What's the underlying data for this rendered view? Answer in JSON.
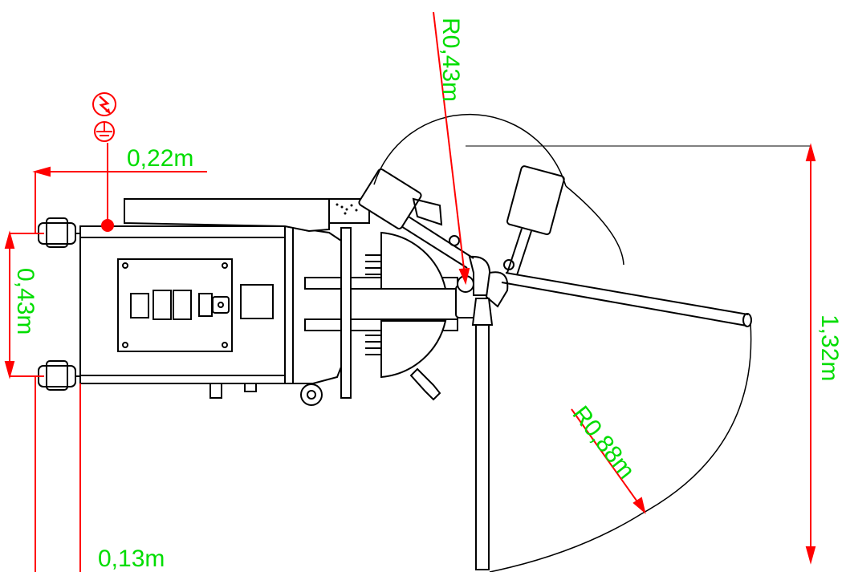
{
  "dimensions": {
    "offset_top": "0,22m",
    "wheel_spacing": "0,43m",
    "offset_bottom": "0,13m",
    "radius_small": "R0,43m",
    "radius_large": "R0,88m",
    "total_depth": "1,32m"
  },
  "icons": {
    "electric": "electric-hazard-icon",
    "ground": "ground-connection-icon"
  },
  "colors": {
    "dimension_line": "#ff0000",
    "dimension_text": "#00dd00",
    "drawing_line": "#000000",
    "background": "#ffffff"
  }
}
